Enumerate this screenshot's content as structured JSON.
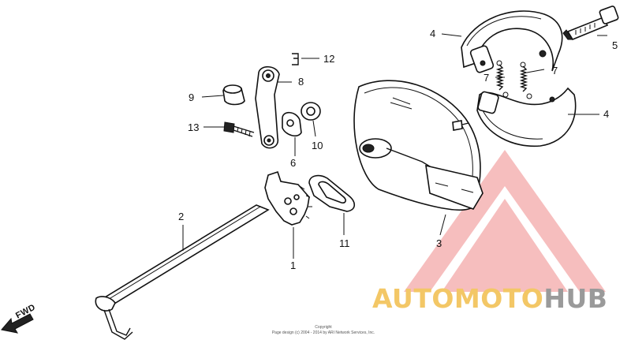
{
  "callouts": {
    "c1": "1",
    "c2": "2",
    "c3": "3",
    "c4a": "4",
    "c4b": "4",
    "c5": "5",
    "c6": "6",
    "c7a": "7",
    "c7b": "7",
    "c8": "8",
    "c9": "9",
    "c10": "10",
    "c11": "11",
    "c12": "12",
    "c13": "13"
  },
  "fwd_label": "FWD",
  "copyright": {
    "line1": "Copyright",
    "line2": "Page design (c) 2004 - 2014 by ARI Network Services, Inc."
  },
  "watermark": {
    "auto": "AUTO",
    "moto": "MOTO",
    "hub": "HUB",
    "triangle_color": "#f08a8a",
    "text_color": "#f3c766",
    "hub_color": "#9a9a9a"
  }
}
